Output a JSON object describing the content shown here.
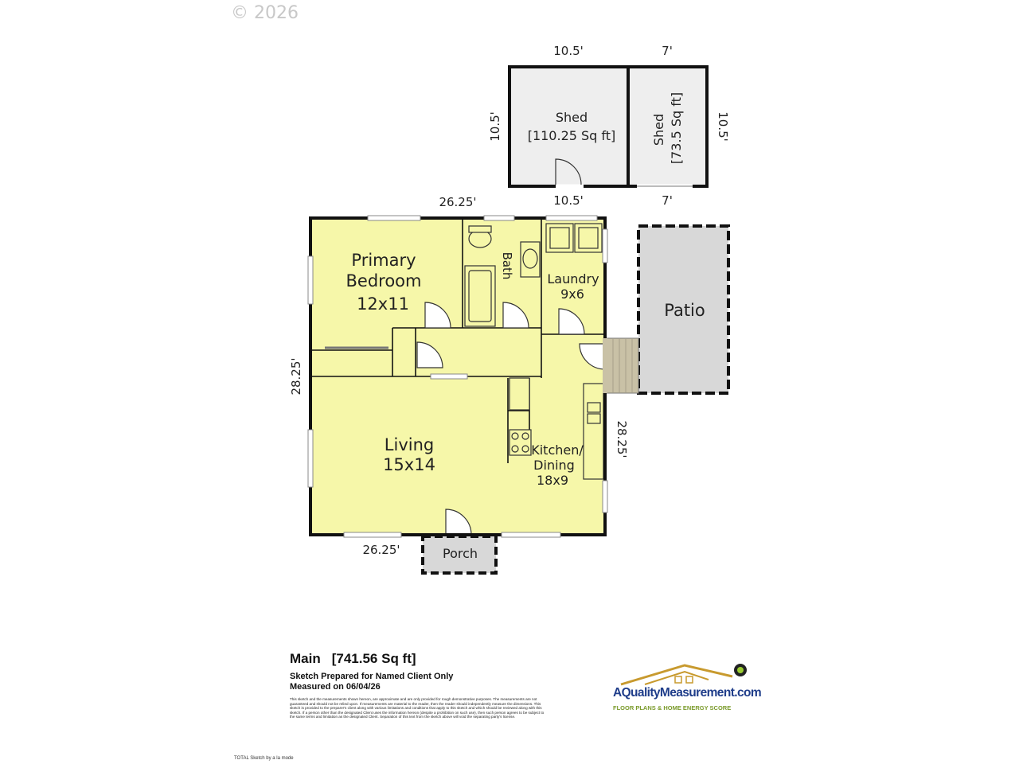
{
  "copyright": "© 2026",
  "plan": {
    "rooms": {
      "shed1": {
        "label": "Shed",
        "area": "[110.25 Sq ft]"
      },
      "shed2": {
        "label": "Shed",
        "area": "[73.5 Sq ft]"
      },
      "primary": {
        "line1": "Primary",
        "line2": "Bedroom",
        "size": "12x11"
      },
      "bath": {
        "label": "Bath"
      },
      "laundry": {
        "label": "Laundry",
        "size": "9x6"
      },
      "patio": {
        "label": "Patio"
      },
      "living": {
        "label": "Living",
        "size": "15x14"
      },
      "kitchen": {
        "line1": "Kitchen/",
        "line2": "Dining",
        "size": "18x9"
      },
      "porch": {
        "label": "Porch"
      }
    },
    "dimensions": {
      "shed1_top": "10.5'",
      "shed2_top": "7'",
      "shed1_left": "10.5'",
      "shed2_right": "10.5'",
      "shed1_bottom": "10.5'",
      "shed2_bottom": "7'",
      "main_top": "26.25'",
      "main_left": "28.25'",
      "main_right": "28.25'",
      "main_bottom": "26.25'"
    },
    "colors": {
      "room_fill": "#f6f7a9",
      "patio_fill": "#d8d8d8",
      "shed_fill": "#eeeeee",
      "wall": "#111111"
    }
  },
  "info": {
    "title": "Main",
    "area": "[741.56 Sq ft]",
    "line1": "Sketch Prepared for Named Client Only",
    "line2": "Measured on 06/04/26",
    "disclaimer": "This sketch and the measurements shown hereon, are approximate and are only provided for rough demonstrative purposes. The measurements are not guaranteed and should not be relied upon. If measurements are material to the reader, then the reader should independently measure the dimensions. This sketch is provided to the preparer's client along with various limitations and conditions that apply to this sketch and which should be reviewed along with this sketch. If a person other than the designated Client uses the information hereon (despite a prohibition on such use), then such person agrees to be subject to the same terms and limitation as the designated Client. Separation of this text from the sketch above will void the separating party's license."
  },
  "logo": {
    "name": "AQualityMeasurement.com",
    "tagline": "FLOOR PLANS & HOME ENERGY SCORE"
  },
  "footer": "TOTAL Sketch by a la mode"
}
